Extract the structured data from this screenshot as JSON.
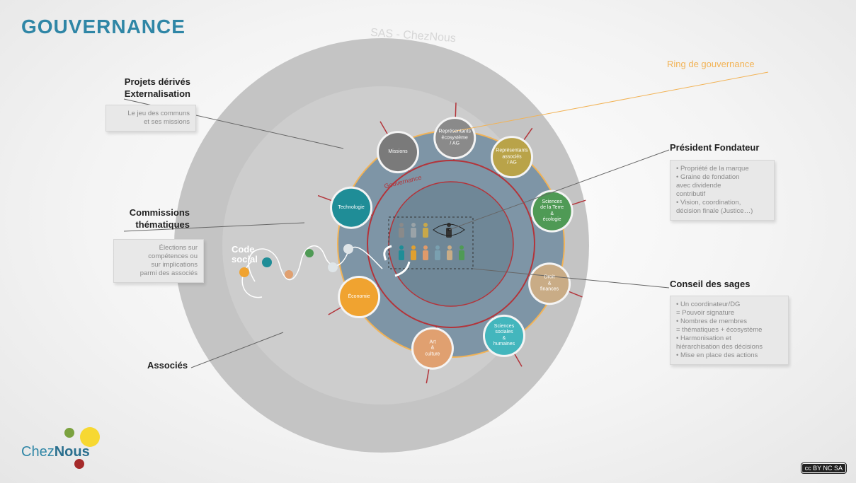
{
  "page_title": "GOUVERNANCE",
  "sas_label": "SAS - ChezNous",
  "ring_label": "Ring de gouvernance",
  "governance_arc_label": "Gouvernance",
  "code_social_label": "Code social",
  "left_callouts": {
    "projets": {
      "title": "Projets dérivés Externalisation",
      "note_lines": [
        "Le jeu des communs",
        "et ses missions"
      ]
    },
    "commissions": {
      "title": "Commissions thématiques",
      "note_lines": [
        "Élections sur",
        "compétences ou",
        "sur implications",
        "parmi des associés"
      ]
    },
    "associes": {
      "title": "Associés"
    }
  },
  "right_callouts": {
    "president": {
      "title": "Président Fondateur",
      "note_lines": [
        "• Propriété de la marque",
        "• Graine de fondation",
        "avec dividende",
        "contributif",
        "• Vision, coordination,",
        "décision finale (Justice…)"
      ]
    },
    "conseil": {
      "title": "Conseil des sages",
      "note_lines": [
        "• Un coordinateur/DG",
        "= Pouvoir signature",
        "• Nombres de membres",
        "= thématiques + écosystème",
        "• Harmonisation et",
        "hiérarchisation des décisions",
        "• Mise en place des actions"
      ]
    }
  },
  "nodes": [
    {
      "name": "missions",
      "label": [
        "Missions"
      ],
      "color": "#7a7a7a"
    },
    {
      "name": "representants-ecosysteme",
      "label": [
        "Représentants",
        "écosystème",
        "/ AG"
      ],
      "color": "#8a8a8a"
    },
    {
      "name": "representants-associes",
      "label": [
        "Représentants",
        "associés",
        "/ AG"
      ],
      "color": "#b9a349"
    },
    {
      "name": "sciences-terre",
      "label": [
        "Sciences",
        "de la Terre",
        "&",
        "écologie"
      ],
      "color": "#4f9a55"
    },
    {
      "name": "droit-finances",
      "label": [
        "Droit",
        "&",
        "finances"
      ],
      "color": "#c9ac86"
    },
    {
      "name": "sciences-sociales",
      "label": [
        "Sciences",
        "sociales",
        "&",
        "humaines"
      ],
      "color": "#43b6bd"
    },
    {
      "name": "art-culture",
      "label": [
        "Art",
        "&",
        "culture"
      ],
      "color": "#e0a070"
    },
    {
      "name": "economie",
      "label": [
        "Économie"
      ],
      "color": "#f0a330"
    },
    {
      "name": "technologie",
      "label": [
        "Technologie"
      ],
      "color": "#1f8d97"
    }
  ],
  "people_colors": {
    "top_row": [
      "#8a8a8a",
      "#9aa3a8",
      "#c8a84a"
    ],
    "bottom_row": [
      "#1f8d97",
      "#e0a030",
      "#e09a6a",
      "#7aa0b0",
      "#c9ac86",
      "#4f9a55"
    ]
  },
  "logo": {
    "prefix": "Chez",
    "suffix": "Nous"
  },
  "license_badge": "cc BY NC SA",
  "colors": {
    "title_blue": "#2f86a6",
    "ring_orange": "#f2b356",
    "outer_circle": "#c4c4c4",
    "governance_disk": "#7e95a6",
    "conseil_red": "#b3343a"
  }
}
